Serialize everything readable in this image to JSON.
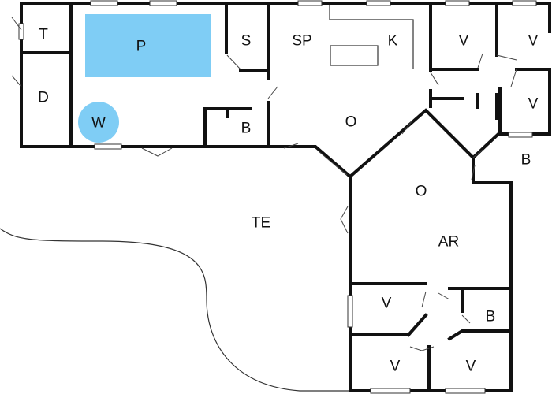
{
  "colors": {
    "pool": "#7fcdf5",
    "whirlpool": "#7fcdf5",
    "wall": "#111111",
    "floor": "#ffffff"
  },
  "rooms": {
    "t": "T",
    "d": "D",
    "p": "P",
    "w": "W",
    "s": "S",
    "sp": "SP",
    "k": "K",
    "b_pool": "B",
    "o_main": "O",
    "v_top1": "V",
    "v_top2": "V",
    "v_right": "V",
    "b_right": "B",
    "o_lower": "O",
    "ar": "AR",
    "te": "TE",
    "v_low_left": "V",
    "b_low": "B",
    "v_bottom1": "V",
    "v_bottom2": "V"
  }
}
